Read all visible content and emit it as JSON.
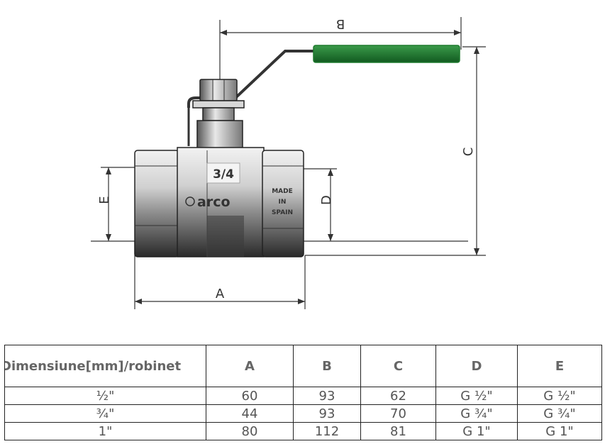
{
  "drawing": {
    "dims": {
      "a": "A",
      "b": "B",
      "c": "C",
      "d": "D",
      "e": "E"
    },
    "body_size_mark": "3/4",
    "brand_mark": "arco",
    "origin_mark": [
      "MADE",
      "IN",
      "SPAIN"
    ],
    "handle_color": "#1e7a2e"
  },
  "table": {
    "headers": [
      "Dimensiune[mm]/robinet",
      "A",
      "B",
      "C",
      "D",
      "E"
    ],
    "rows": [
      [
        "½\"",
        "60",
        "93",
        "62",
        "G ½\"",
        "G ½\""
      ],
      [
        "¾\"",
        "44",
        "93",
        "70",
        "G ¾\"",
        "G ¾\""
      ],
      [
        "1\"",
        "80",
        "112",
        "81",
        "G 1\"",
        "G 1\""
      ]
    ]
  }
}
